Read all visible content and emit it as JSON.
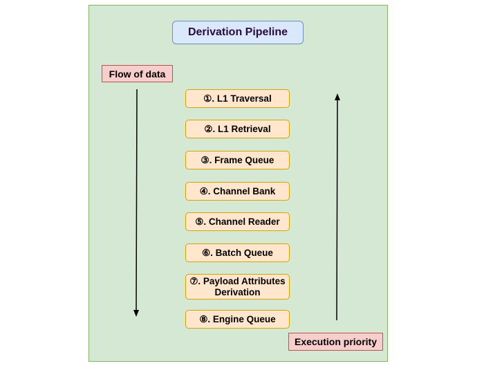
{
  "diagram": {
    "title": "Derivation Pipeline",
    "flow_label": "Flow of data",
    "execution_label": "Execution priority",
    "stages": [
      {
        "label": "①. L1 Traversal"
      },
      {
        "label": "②. L1 Retrieval"
      },
      {
        "label": "③. Frame Queue"
      },
      {
        "label": "④. Channel Bank"
      },
      {
        "label": "⑤. Channel Reader"
      },
      {
        "label": "⑥. Batch Queue"
      },
      {
        "label": "⑦. Payload Attributes\nDerivation"
      },
      {
        "label": "⑧. Engine Queue"
      }
    ],
    "colors": {
      "panel_fill": "#d5e8d4",
      "panel_border": "#82b366",
      "title_fill": "#dae8fc",
      "title_border": "#6c8ebf",
      "label_fill": "#f8cecc",
      "label_border": "#b85450",
      "stage_fill": "#ffe6cc",
      "stage_border": "#d6a300"
    }
  }
}
